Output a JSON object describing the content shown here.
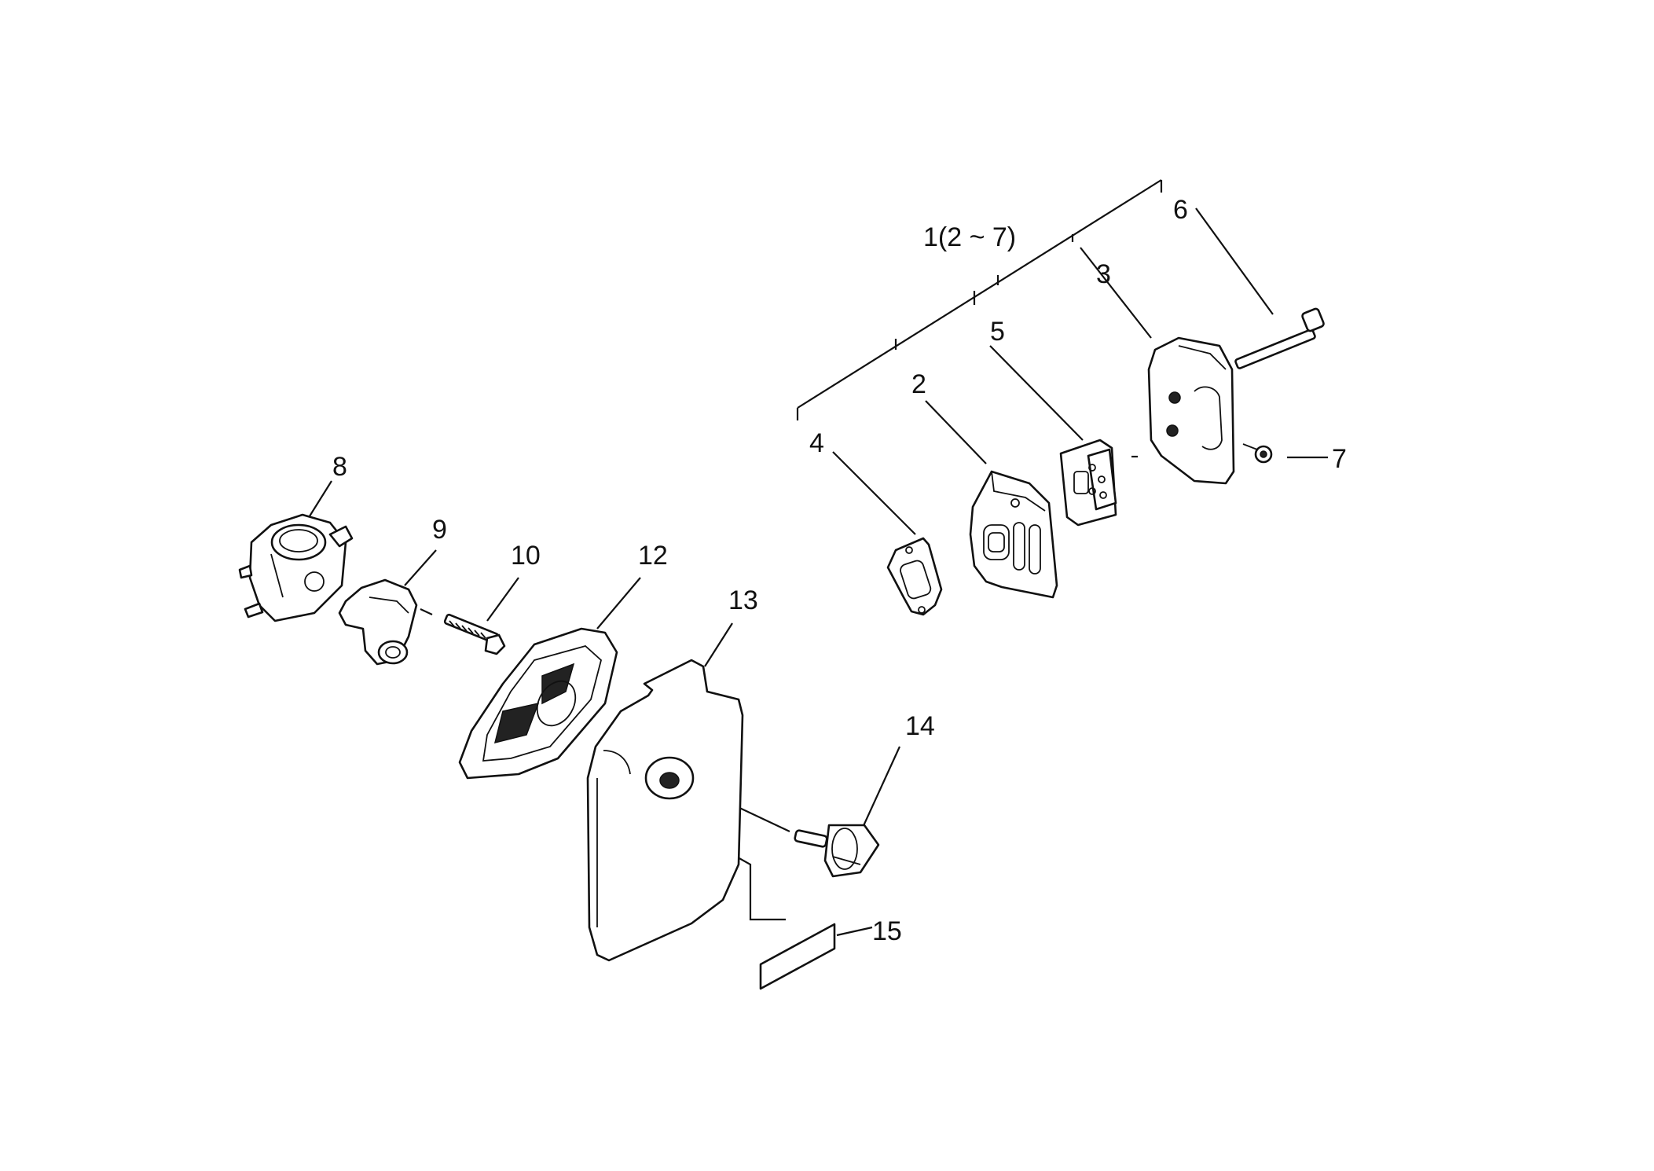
{
  "diagram": {
    "labels": {
      "assembly": "1(2 ~ 7)",
      "p2": "2",
      "p3": "3",
      "p4": "4",
      "p5": "5",
      "p6": "6",
      "p7": "7",
      "p8": "8",
      "p9": "9",
      "p10": "10",
      "p12": "12",
      "p13": "13",
      "p14": "14",
      "p15": "15"
    }
  }
}
